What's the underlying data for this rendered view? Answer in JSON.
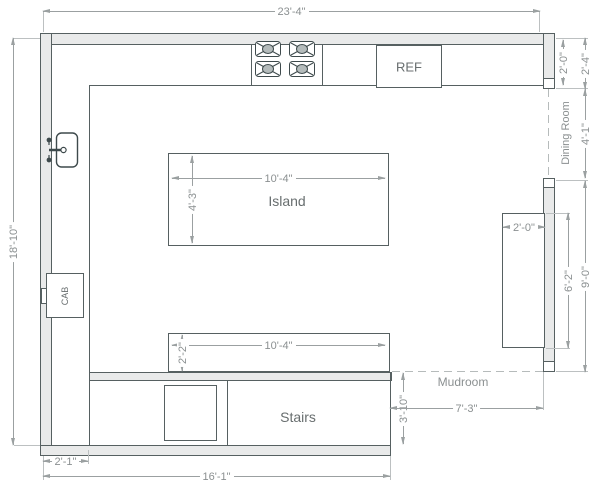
{
  "labels": {
    "island": "Island",
    "stairs": "Stairs",
    "ref": "REF",
    "cab": "CAB",
    "dining_room": "Dining Room",
    "mudroom": "Mudroom"
  },
  "dims": {
    "overall_width": "23'-4\"",
    "overall_depth": "18'-10\"",
    "island_width": "10'-4\"",
    "island_depth": "4'-3\"",
    "peninsula_width": "10'-4\"",
    "peninsula_depth": "2'-2\"",
    "left_counter_width": "2'-1\"",
    "kitchen_bottom_width": "16'-1\"",
    "stairs_passage": "3'-10\"",
    "mudroom_opening": "7'-3\"",
    "right_counter_width": "2'-0\"",
    "right_counter_length": "6'-2\"",
    "right_wall_length": "9'-0\"",
    "wall_stub_inner": "2'-0\"",
    "wall_stub_outer": "2'-4\"",
    "dining_opening": "4'-1\""
  },
  "colors": {
    "wall_fill": "#e9eaea",
    "wall_line": "#566061",
    "dimension_line": "#9ba0a1",
    "dimension_text": "#8b9091",
    "label_text": "#686e6f"
  }
}
